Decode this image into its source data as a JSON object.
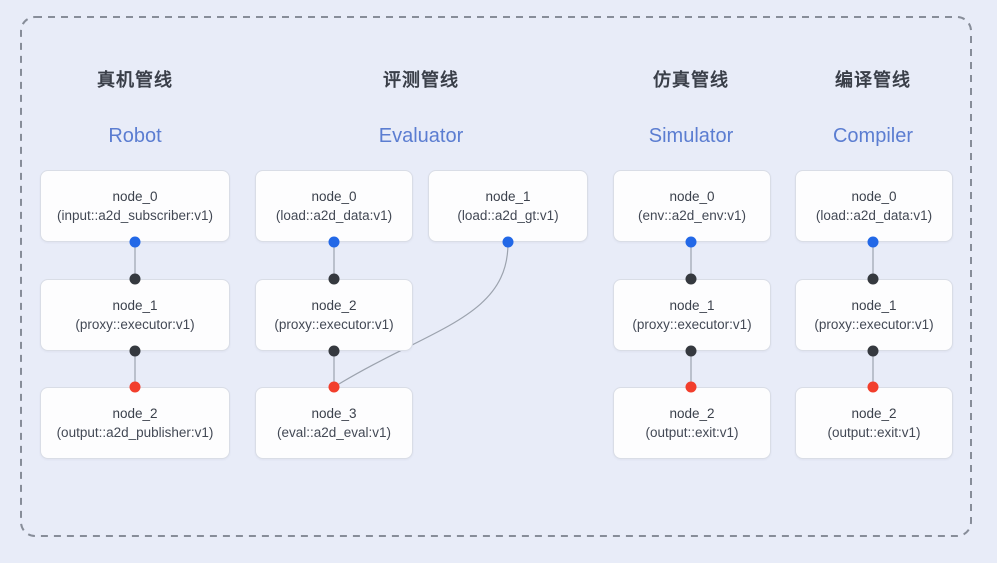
{
  "page": {
    "background": "#e8ecf8",
    "frame_border_color": "#878d99"
  },
  "colors": {
    "accent_en_title": "#5b7dd1",
    "port_input_blue": "#2268e7",
    "port_mid_dark": "#35393f",
    "port_output_red": "#f23e2c",
    "edge_gray": "#9ca3ae",
    "node_background": "#fdfdfe",
    "node_border": "#d9dde6"
  },
  "pipelines": [
    {
      "title_zh": "真机管线",
      "title_en": "Robot",
      "nodes": [
        {
          "name": "node_0",
          "type": "(input::a2d_subscriber:v1)"
        },
        {
          "name": "node_1",
          "type": "(proxy::executor:v1)"
        },
        {
          "name": "node_2",
          "type": "(output::a2d_publisher:v1)"
        }
      ]
    },
    {
      "title_zh": "评测管线",
      "title_en": "Evaluator",
      "nodes": [
        {
          "name": "node_0",
          "type": "(load::a2d_data:v1)"
        },
        {
          "name": "node_1",
          "type": "(load::a2d_gt:v1)"
        },
        {
          "name": "node_2",
          "type": "(proxy::executor:v1)"
        },
        {
          "name": "node_3",
          "type": "(eval::a2d_eval:v1)"
        }
      ]
    },
    {
      "title_zh": "仿真管线",
      "title_en": "Simulator",
      "nodes": [
        {
          "name": "node_0",
          "type": "(env::a2d_env:v1)"
        },
        {
          "name": "node_1",
          "type": "(proxy::executor:v1)"
        },
        {
          "name": "node_2",
          "type": "(output::exit:v1)"
        }
      ]
    },
    {
      "title_zh": "编译管线",
      "title_en": "Compiler",
      "nodes": [
        {
          "name": "node_0",
          "type": "(load::a2d_data:v1)"
        },
        {
          "name": "node_1",
          "type": "(proxy::executor:v1)"
        },
        {
          "name": "node_2",
          "type": "(output::exit:v1)"
        }
      ]
    }
  ]
}
